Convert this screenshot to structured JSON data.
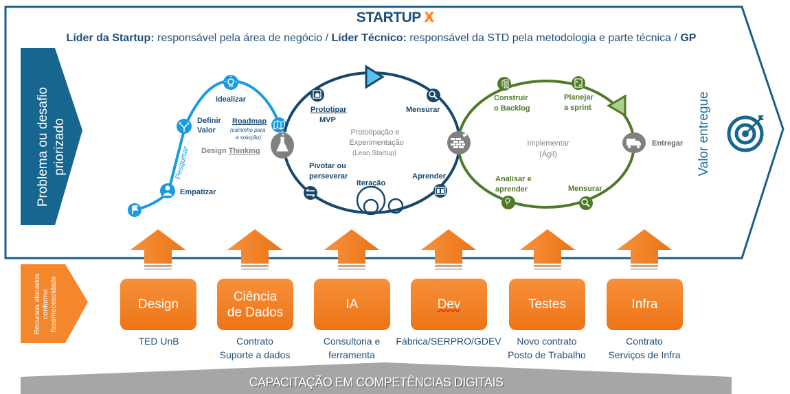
{
  "header": {
    "title_main": "STARTUP",
    "title_accent": "X",
    "subtitle": {
      "lead_startup_label": "Líder da Startup:",
      "lead_startup_text": " responsável pela área de negócio / ",
      "lead_tech_label": "Líder Técnico:",
      "lead_tech_text": " responsável da STD pela metodologia e parte técnica / ",
      "gp_label": "GP"
    }
  },
  "left_banner": {
    "line1": "Problema ou desafio",
    "line2": "priorizado"
  },
  "right_banner": {
    "text": "Valor entregue",
    "icon": "target-icon"
  },
  "design_thinking": {
    "title_part1": "Design ",
    "title_part2": "Thinking",
    "path_label": "Pesquisar",
    "steps": [
      {
        "label": "Empatizar",
        "icon": "person-icon"
      },
      {
        "label1": "Definir",
        "label2": "Valor",
        "icon": "fork-icon"
      },
      {
        "label": "Idealizar",
        "icon": "lightbulb-icon"
      },
      {
        "label": "Roadmap",
        "sub1": "(caminho para",
        "sub2": "a solução)",
        "icon": "map-icon"
      }
    ],
    "start_icon": "flag-icon",
    "color": "#1a9be0"
  },
  "lean_startup": {
    "title1": "Prototipação e",
    "title2": "Experimentação",
    "title3": "(Lean Startup)",
    "steps": [
      {
        "label1": "Prototipar",
        "label2": "MVP",
        "icon": "blueprint-icon"
      },
      {
        "label": "Mensurar",
        "icon": "magnifier-icon"
      },
      {
        "label": "Aprender",
        "icon": "book-icon"
      },
      {
        "label": "Iteração",
        "icon": "loops-icon"
      },
      {
        "label1": "Pivotar ou",
        "label2": "perseverar",
        "icon": "swap-arrows-icon"
      }
    ],
    "hub_icon": "flask-icon",
    "color": "#17476b"
  },
  "agile": {
    "title1": "Implementar",
    "title2": "(Ágil)",
    "steps": [
      {
        "label1": "Construir",
        "label2": "o Backlog",
        "icon": "backlog-icon"
      },
      {
        "label1": "Planejar",
        "label2": "a sprint",
        "icon": "plan-icon"
      },
      {
        "label": "Entregar",
        "icon": "truck-icon"
      },
      {
        "label": "Mensurar",
        "icon": "magnifier-icon"
      },
      {
        "label1": "Analisar e",
        "label2": "aprender",
        "icon": "head-bulb-icon"
      }
    ],
    "hub_icon": "brick-wall-icon",
    "color": "#4f7a28"
  },
  "resources": {
    "label1": "Recursos alocados",
    "label2": "conforme",
    "label3": "fase/necessidade",
    "items": [
      {
        "name1": "Design",
        "name2": "",
        "desc1": "TED UnB",
        "desc2": ""
      },
      {
        "name1": "Ciência",
        "name2": "de Dados",
        "desc1": "Contrato",
        "desc2": "Suporte a dados"
      },
      {
        "name1": "IA",
        "name2": "",
        "desc1": "Consultoria e",
        "desc2": "ferramenta"
      },
      {
        "name1": "Dev",
        "name2": "",
        "desc1": "Fábrica/SERPRO/GDEV",
        "desc2": ""
      },
      {
        "name1": "Testes",
        "name2": "",
        "desc1": "Novo contrato",
        "desc2": "Posto de Trabalho"
      },
      {
        "name1": "Infra",
        "name2": "",
        "desc1": "Contrato",
        "desc2": "Serviços de Infra"
      }
    ]
  },
  "footer": {
    "text": "CAPACITAÇÃO EM COMPETÊNCIAS DIGITAIS"
  },
  "colors": {
    "frame": "#1a5f8a",
    "banner": "#17668f",
    "orange": "#f47b20",
    "gray_hub": "#808080",
    "footer": "#a6a6a6"
  }
}
